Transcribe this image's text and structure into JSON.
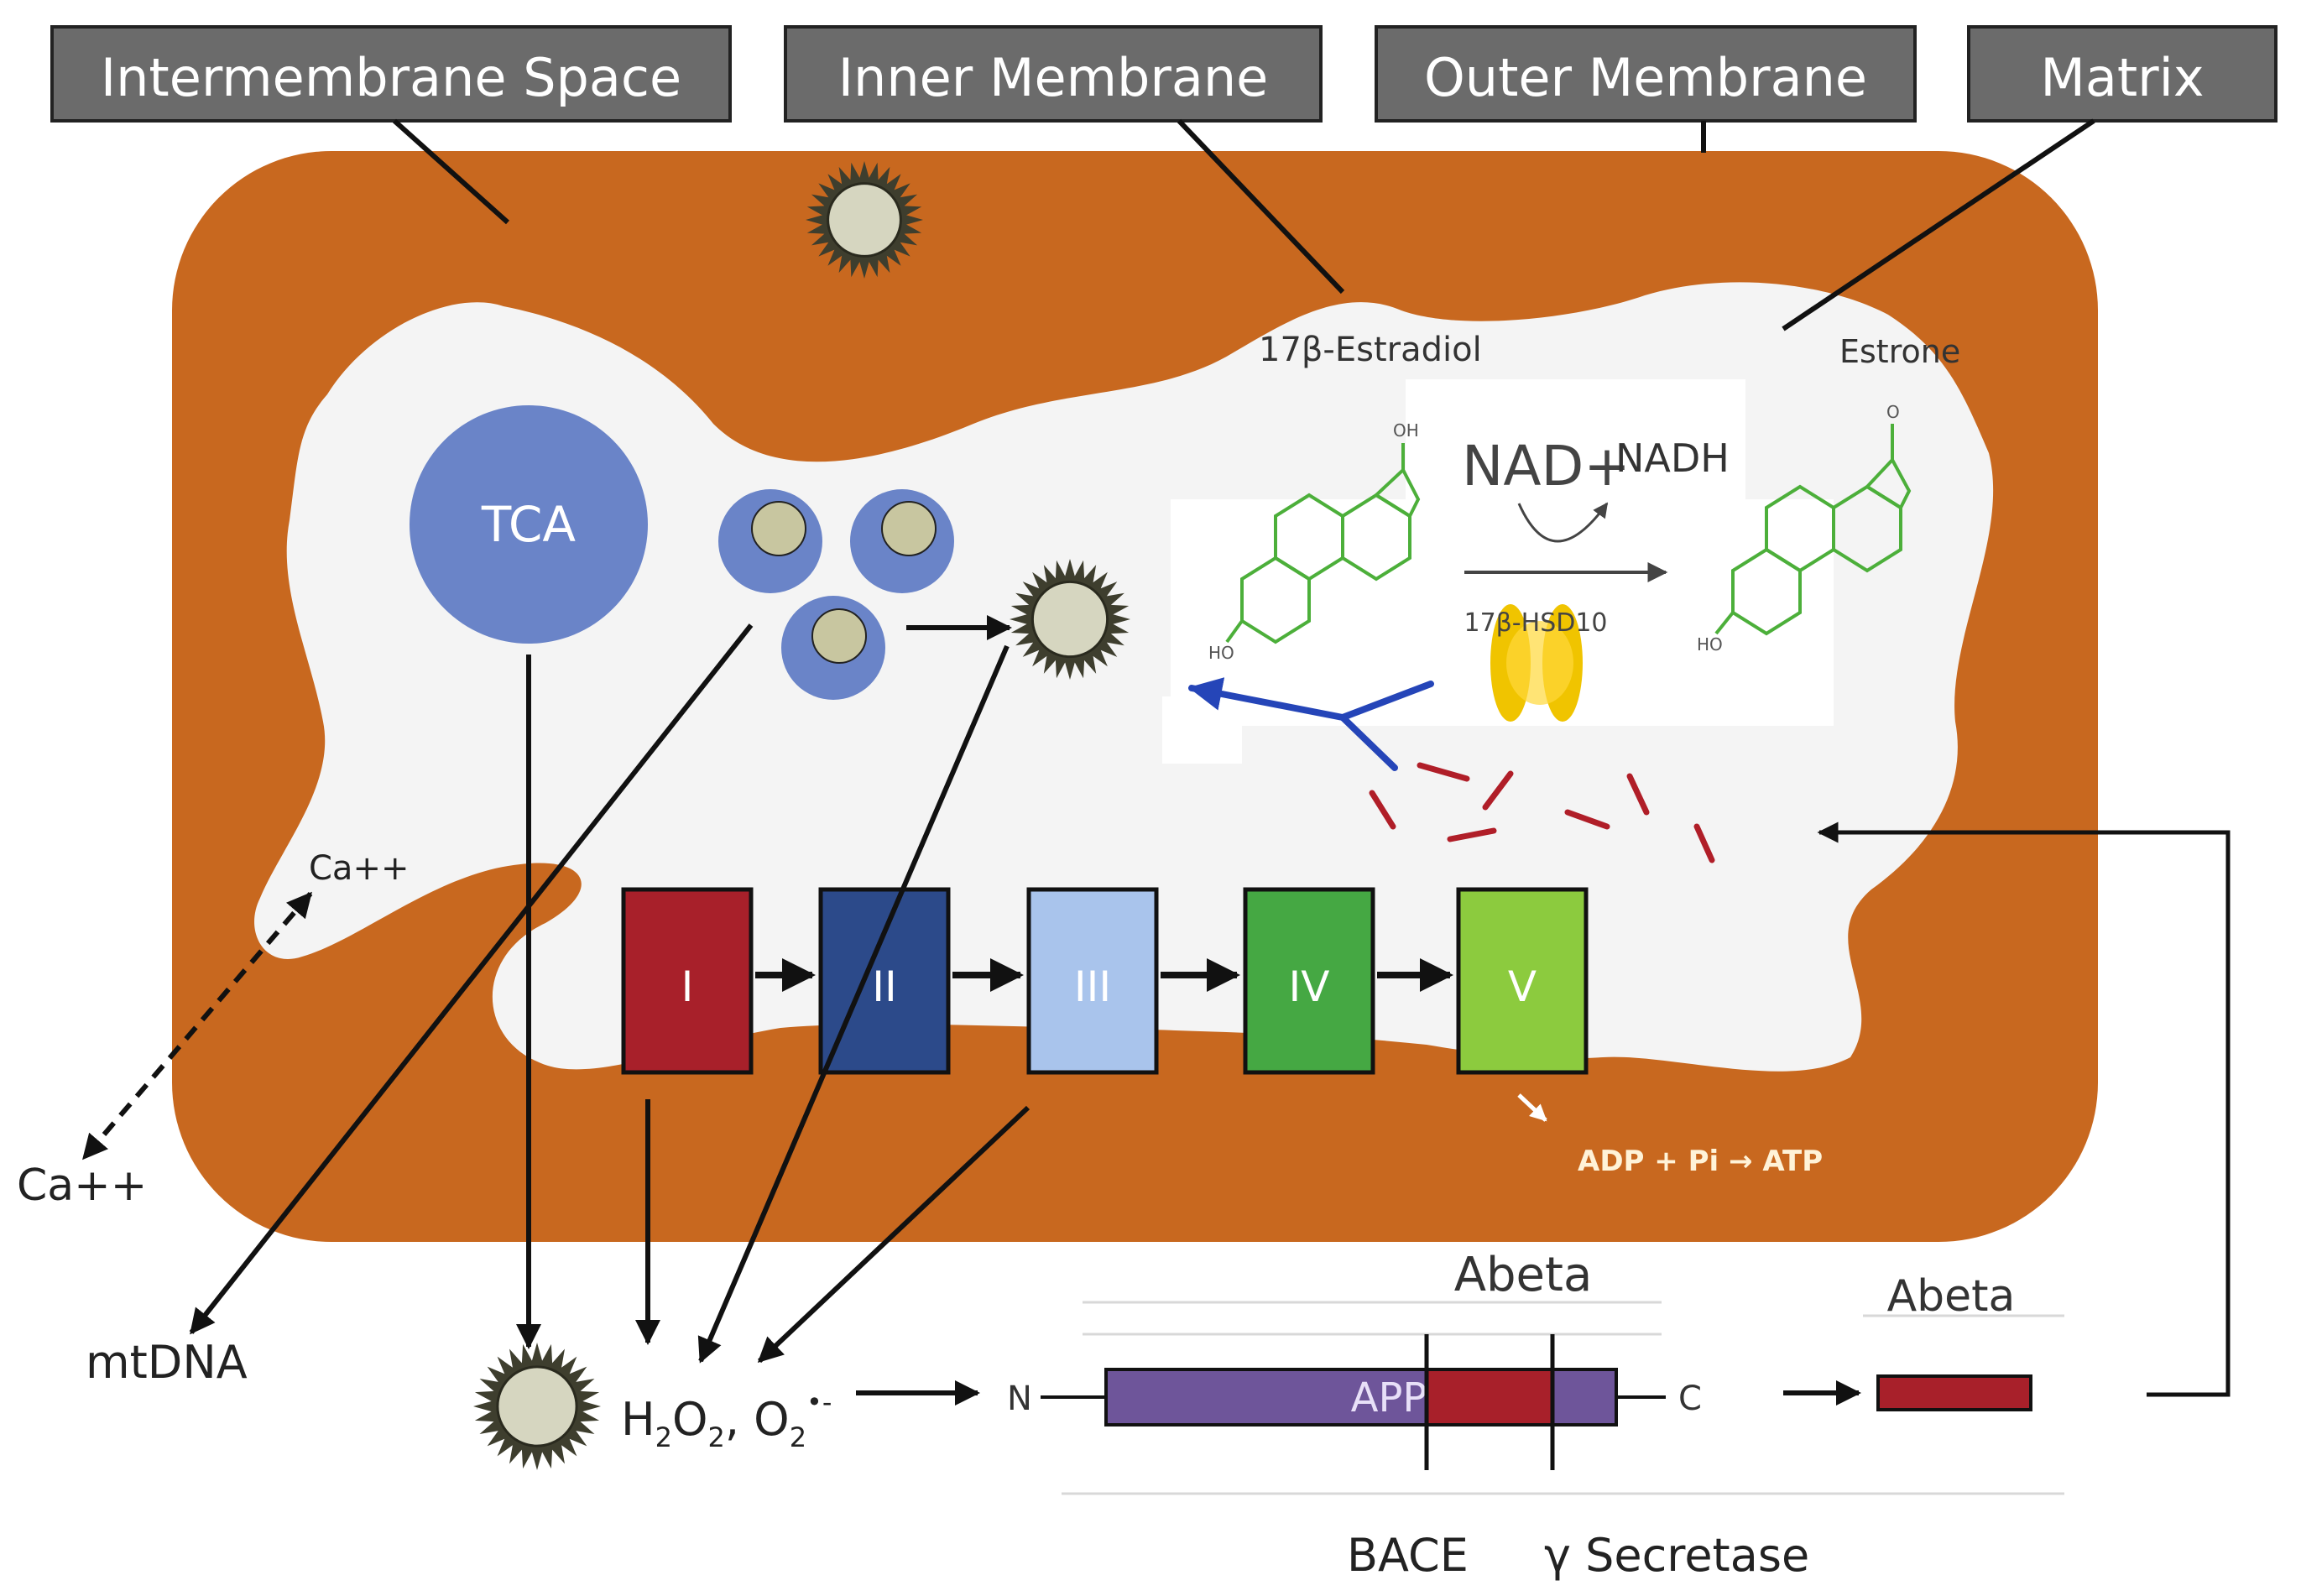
{
  "labels": {
    "intermembrane_space": "Intermembrane Space",
    "inner_membrane": "Inner Membrane",
    "outer_membrane": "Outer Membrane",
    "matrix": "Matrix"
  },
  "tca": "TCA",
  "calcium": {
    "inner": "Ca++",
    "outer": "Ca++"
  },
  "mtdna": "mtDNA",
  "complexes": [
    "I",
    "II",
    "III",
    "IV",
    "V"
  ],
  "atp_reaction": "ADP + Pi → ATP",
  "estrogen": {
    "estradiol": "17β-Estradiol",
    "estrone": "Estrone",
    "nad": "NAD+",
    "nadh": "NADH",
    "enzyme": "17β-HSD10"
  },
  "ros": "H2O2, O2•-",
  "app": {
    "n_terminus": "N",
    "c_terminus": "C",
    "label": "APP",
    "abeta_top": "Abeta",
    "abeta_product": "Abeta",
    "bace": "BACE",
    "gamma_secretase": "γ Secretase"
  },
  "colors": {
    "outer_membrane": "#C8681F",
    "matrix": "#F4F4F4",
    "label_box": "#6B6B6B",
    "tca": "#6A84C8",
    "complex_I": "#A8202A",
    "complex_II": "#2C4A8A",
    "complex_III": "#A9C4EC",
    "complex_IV": "#45A843",
    "complex_V": "#8CCB3E",
    "app": "#6E559A",
    "abeta": "#A8202A",
    "steroid": "#4CAF3A",
    "enzyme": "#F0C400"
  }
}
